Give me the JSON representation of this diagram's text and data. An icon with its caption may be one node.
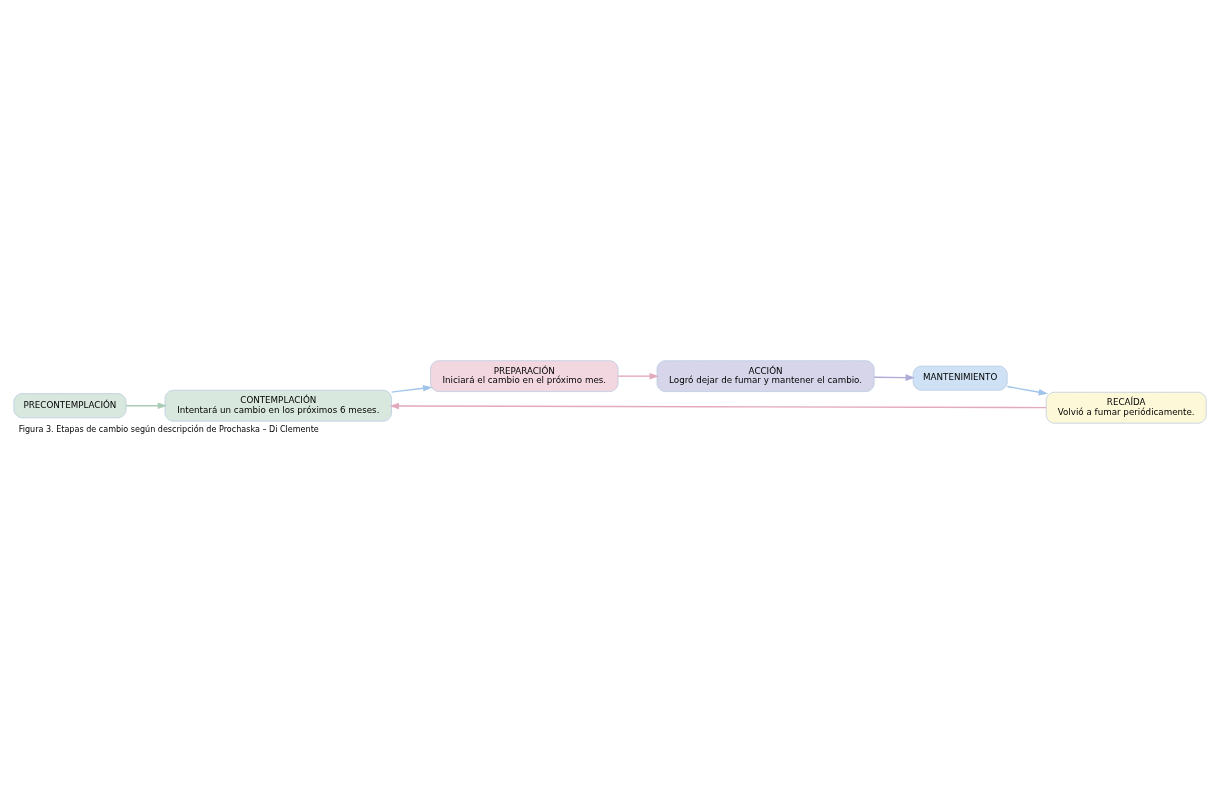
{
  "diagram": {
    "caption": "Figura 3. Etapas de cambio según descripción de Prochaska – Di Clemente",
    "nodes": [
      {
        "text": [
          "PRECONTEMPLACIÓN"
        ]
      },
      {
        "text": [
          "CONTEMPLACIÓN",
          "Intentará un cambio en los próximos 6 meses."
        ]
      },
      {
        "text": [
          "PREPARACIÓN",
          "Iniciará el cambio en el próximo mes."
        ]
      },
      {
        "text": [
          "ACCIÓN",
          "Logró dejar de fumar y mantener el cambio."
        ]
      },
      {
        "text": [
          "MANTENIMIENTO"
        ]
      },
      {
        "text": [
          "RECAÍDA",
          "Volvió a fumar periódicamente."
        ]
      }
    ],
    "edges": [
      {
        "from": 0,
        "to": 1,
        "arrow": "to",
        "color": "#a9cdb4"
      },
      {
        "from": 1,
        "to": 2,
        "arrow": "to",
        "color": "#9fc4ea"
      },
      {
        "from": 2,
        "to": 3,
        "arrow": "to",
        "color": "#e3a9bd"
      },
      {
        "from": 3,
        "to": 4,
        "arrow": "to",
        "color": "#aeacd6"
      },
      {
        "from": 4,
        "to": 5,
        "arrow": "to",
        "color": "#9fc4ea"
      },
      {
        "from": 5,
        "to": 1,
        "arrow": "to",
        "color": "#e3a9bd"
      }
    ]
  }
}
